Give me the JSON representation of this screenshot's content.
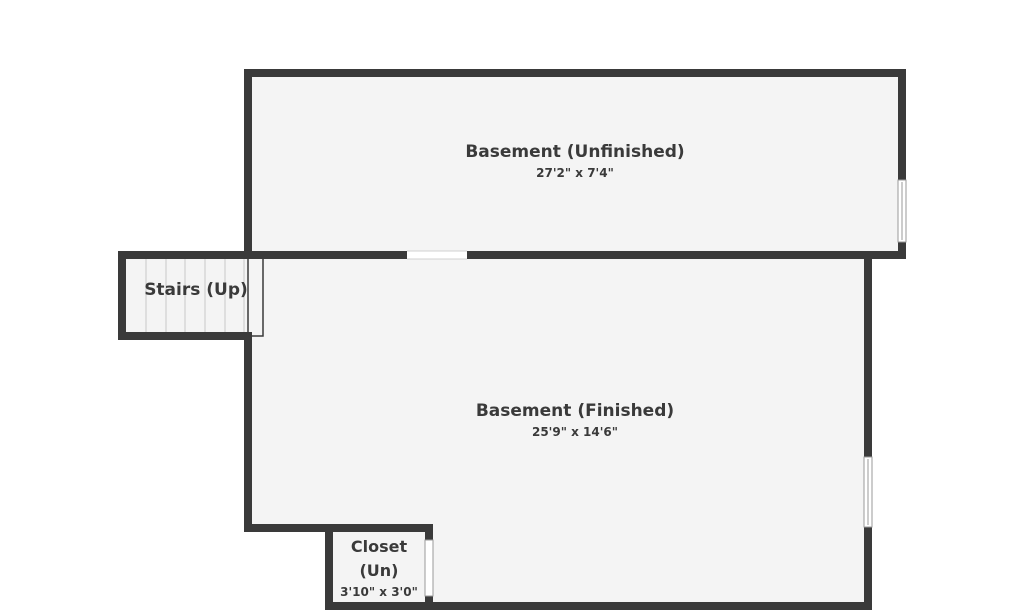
{
  "rooms": {
    "unfinished": {
      "name": "Basement (Unfinished)",
      "dims": "27'2\" x 7'4\""
    },
    "finished": {
      "name": "Basement (Finished)",
      "dims": "25'9\" x 14'6\""
    },
    "stairs": {
      "name": "Stairs (Up)"
    },
    "closet": {
      "name_line1": "Closet",
      "name_line2": "(Un)",
      "dims": "3'10\" x 3'0\""
    }
  },
  "colors": {
    "wall": "#3a3a3a",
    "floor": "#f4f4f4",
    "background": "#ffffff",
    "stair_line": "#c8c8c8"
  }
}
